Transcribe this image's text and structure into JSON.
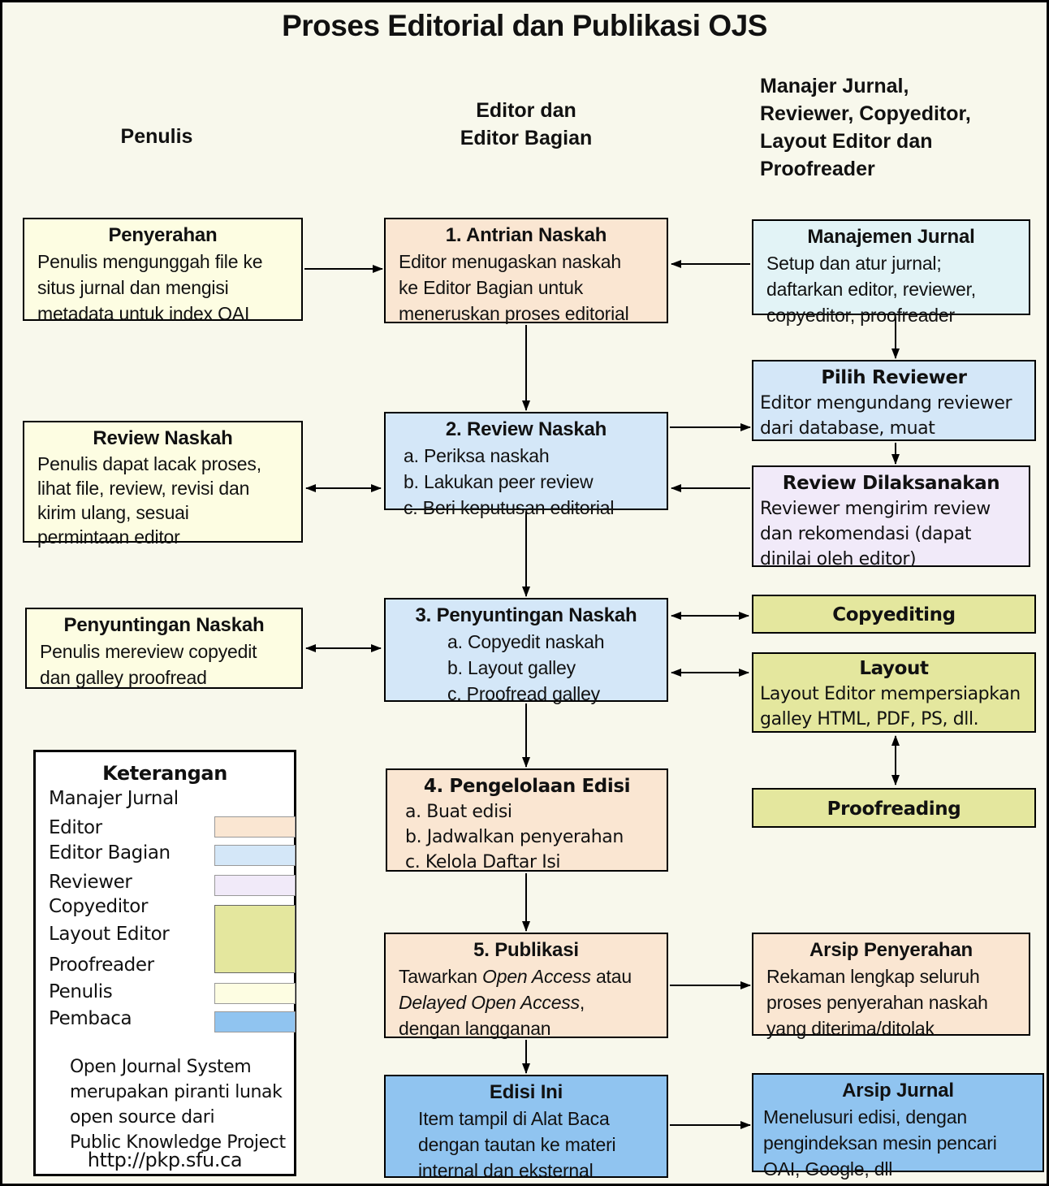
{
  "palette": {
    "background": "#F8F8EC",
    "penulis": "#FDFDE2",
    "editor": "#FAE6D2",
    "editor_bagian": "#D4E7F8",
    "manajer_jurnal": "#E2F3F6",
    "reviewer": "#F1EAF9",
    "copyeditor_layout_proofreader": "#E4E79E",
    "pembaca": "#90C4F0",
    "legend_background": "#FFFFFF",
    "line": "#000000"
  },
  "title": "Proses Editorial dan Publikasi OJS",
  "columns": {
    "left": "Penulis",
    "center_line1": "Editor dan",
    "center_line2": "Editor Bagian",
    "right_line1": "Manajer Jurnal,",
    "right_line2": "Reviewer, Copyeditor,",
    "right_line3": "Layout Editor dan",
    "right_line4": "Proofreader"
  },
  "boxes": {
    "penyerahan": {
      "title": "Penyerahan",
      "line1": "Penulis mengunggah file ke",
      "line2": "situs jurnal dan mengisi",
      "line3": "metadata untuk index OAI"
    },
    "antrian": {
      "title": "1. Antrian Naskah",
      "line1": "Editor menugaskan naskah",
      "line2": "ke Editor Bagian untuk",
      "line3": "meneruskan proses editorial"
    },
    "manajemen_jurnal": {
      "title": "Manajemen Jurnal",
      "line1": "Setup dan atur jurnal;",
      "line2": "daftarkan editor, reviewer,",
      "line3": "copyeditor, proofreader"
    },
    "pilih_reviewer": {
      "title": "Pilih Reviewer",
      "line1": "Editor mengundang reviewer",
      "line2": "dari database, muat"
    },
    "review_dilaksanakan": {
      "title": "Review Dilaksanakan",
      "line1": "Reviewer mengirim review",
      "line2": "dan rekomendasi (dapat",
      "line3": "dinilai oleh editor)"
    },
    "review_naskah_penulis": {
      "title": "Review Naskah",
      "line1": "Penulis dapat lacak proses,",
      "line2": "lihat file, review, revisi dan",
      "line3": "kirim ulang, sesuai",
      "line4": "permintaan editor"
    },
    "review_naskah_editor": {
      "title": "2. Review Naskah",
      "item_a": "a. Periksa naskah",
      "item_b": "b. Lakukan peer review",
      "item_c": "c. Beri keputusan editorial"
    },
    "penyuntingan_penulis": {
      "title": "Penyuntingan Naskah",
      "line1": "Penulis mereview copyedit",
      "line2": "dan galley proofread"
    },
    "penyuntingan_editor": {
      "title": "3. Penyuntingan Naskah",
      "item_a": "a. Copyedit naskah",
      "item_b": "b. Layout galley",
      "item_c": "c. Proofread galley"
    },
    "copyediting": {
      "title": "Copyediting"
    },
    "layout": {
      "title": "Layout",
      "line1": "Layout Editor mempersiapkan",
      "line2": "galley HTML, PDF, PS, dll."
    },
    "proofreading": {
      "title": "Proofreading"
    },
    "pengelolaan": {
      "title": "4. Pengelolaan Edisi",
      "item_a": "a. Buat edisi",
      "item_b": "b. Jadwalkan penyerahan",
      "item_c": "c. Kelola Daftar Isi"
    },
    "publikasi": {
      "title": "5. Publikasi",
      "line1_pre": "Tawarkan ",
      "line1_italic": "Open Access",
      "line1_post": " atau",
      "line2_italic": "Delayed Open Access",
      "line2_post": ",",
      "line3": "dengan langganan"
    },
    "arsip_penyerahan": {
      "title": "Arsip Penyerahan",
      "line1": "Rekaman lengkap seluruh",
      "line2": "proses penyerahan naskah",
      "line3": "yang diterima/ditolak"
    },
    "edisi_ini": {
      "title": "Edisi Ini",
      "line1": "Item tampil di Alat Baca",
      "line2": "dengan tautan ke materi",
      "line3": "internal dan eksternal"
    },
    "arsip_jurnal": {
      "title": "Arsip Jurnal",
      "line1": "Menelusuri edisi, dengan",
      "line2": "pengindeksan mesin pencari",
      "line3": "OAI, Google, dll"
    }
  },
  "legend": {
    "title": "Keterangan",
    "entries": [
      {
        "label": "Manajer Jurnal",
        "swatch": null
      },
      {
        "label": "Editor",
        "swatch": "editor"
      },
      {
        "label": "Editor Bagian",
        "swatch": "editor_bagian"
      },
      {
        "label": "Reviewer",
        "swatch": "reviewer"
      },
      {
        "label": "Copyeditor",
        "swatch": "copyeditor_layout_proofreader"
      },
      {
        "label": "Layout Editor",
        "swatch": "copyeditor_layout_proofreader"
      },
      {
        "label": "Proofreader",
        "swatch": "copyeditor_layout_proofreader"
      },
      {
        "label": "Penulis",
        "swatch": "penulis"
      },
      {
        "label": "Pembaca",
        "swatch": "pembaca"
      }
    ],
    "footer_line1": "Open Journal System",
    "footer_line2": "merupakan piranti lunak",
    "footer_line3": "open source dari",
    "footer_line4": "Public Knowledge Project",
    "url": "http://pkp.sfu.ca"
  }
}
